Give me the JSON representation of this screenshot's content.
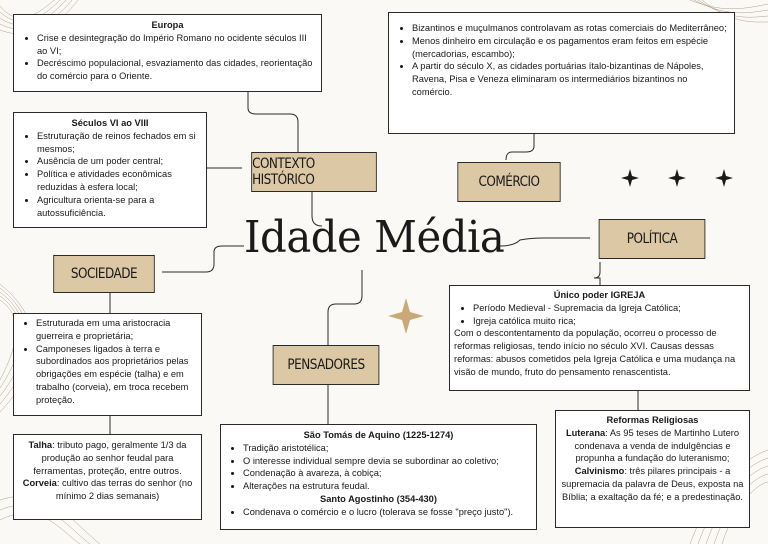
{
  "title": "Idade Média",
  "colors": {
    "tag": "#dcc8a5",
    "line": "#2a2a2a",
    "accent": "#c9a978"
  },
  "topics": {
    "contexto": "CONTEXTO HISTÓRICO",
    "comercio": "COMÉRCIO",
    "politica": "POLÍTICA",
    "sociedade": "SOCIEDADE",
    "pensadores": "PENSADORES"
  },
  "europa": {
    "title": "Europa",
    "items": [
      "Crise e desintegração do Império Romano no ocidente séculos III ao VI;",
      "Decréscimo populacional, esvaziamento das cidades, reorientação do comércio para o Oriente."
    ]
  },
  "seculos": {
    "title": "Séculos VI ao VIII",
    "items": [
      "Estruturação de reinos fechados em si mesmos;",
      "Ausência de um poder central;",
      "Política e atividades econômicas reduzidas à esfera local;",
      "Agricultura orienta-se para a autossuficiência."
    ]
  },
  "comercio_box": {
    "items": [
      "Bizantinos e muçulmanos controlavam as rotas comerciais do Mediterrâneo;",
      "Menos dinheiro em circulação e os pagamentos eram feitos em espécie (mercadorias, escambo);",
      "A partir do século X, as cidades portuárias ítalo-bizantinas de Nápoles, Ravena, Pisa e Veneza eliminaram os intermediários bizantinos no comércio."
    ]
  },
  "politica_box": {
    "title": "Único poder IGREJA",
    "items": [
      "Período Medieval - Supremacia da Igreja Católica;",
      "Igreja católica muito rica;"
    ],
    "text": "Com o descontentamento da população, ocorreu o processo de reformas religiosas, tendo início no século XVI. Causas dessas reformas: abusos cometidos pela Igreja Católica e uma mudança na visão de mundo, fruto do pensamento renascentista."
  },
  "reformas": {
    "title": "Reformas Religiosas",
    "luterana_label": "Luterana",
    "luterana_text": ": As 95 teses de Martinho Lutero condenava a venda de indulgências e propunha a fundação do luteranismo;",
    "calvinismo_label": "Calvinismo",
    "calvinismo_text": ": três pilares principais - a supremacia da palavra de Deus, exposta na Bíblia; a exaltação da fé; e a predestinação."
  },
  "sociedade_box": {
    "items": [
      "Estruturada em uma aristocracia guerreira e proprietária;",
      "Camponeses ligados à terra e subordinados aos proprietários pelas obrigações em espécie (talha) e em trabalho (corveia), em troca recebem proteção."
    ]
  },
  "talha": {
    "talha_label": "Talha",
    "talha_text": ": tributo pago, geralmente 1/3 da produção ao senhor feudal para ferramentas, proteção, entre outros.",
    "corveia_label": "Corveia",
    "corveia_text": ": cultivo das terras do senhor (no mínimo 2 dias semanais)"
  },
  "pensadores_box": {
    "tomas_title": "São Tomás de Aquino (1225-1274)",
    "tomas_items": [
      "Tradição aristotélica;",
      "O interesse individual sempre devia se subordinar ao coletivo;",
      "Condenação à avareza, à cobiça;",
      "Alterações na estrutura feudal."
    ],
    "agostinho_title": "Santo Agostinho (354-430)",
    "agostinho_items": [
      "Condenava o comércio e o lucro (tolerava se fosse \"preço justo\")."
    ]
  }
}
